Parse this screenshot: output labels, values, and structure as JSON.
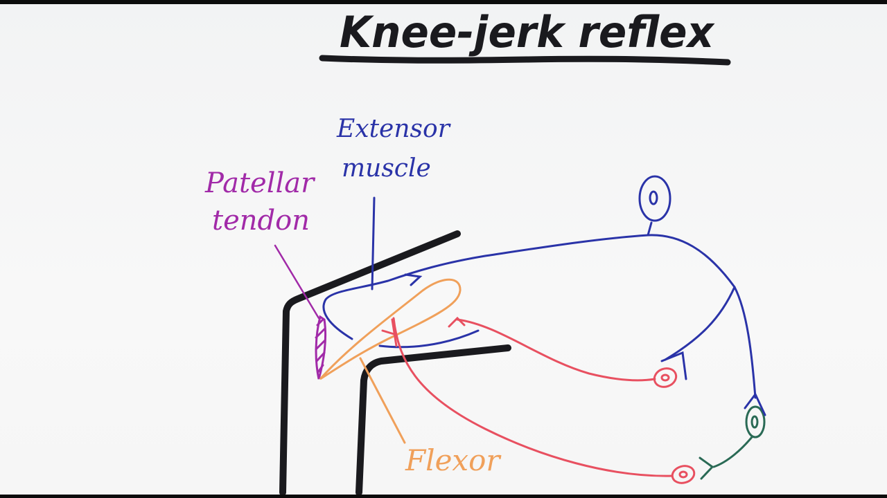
{
  "title": "Knee-jerk reflex",
  "labels": {
    "extensor_line1": "Extensor",
    "extensor_line2": "muscle",
    "patellar_line1": "Patellar",
    "patellar_line2": "tendon",
    "flexor_line1": "Flexor"
  },
  "colors": {
    "background": "#f6f6f6",
    "ink": "#1a1a1e",
    "extensor_nerve": "#2a33a8",
    "tendon": "#a12aa8",
    "flexor": "#f0a05a",
    "inhibitory_nerve": "#e85060",
    "interneuron": "#2a6a55"
  }
}
